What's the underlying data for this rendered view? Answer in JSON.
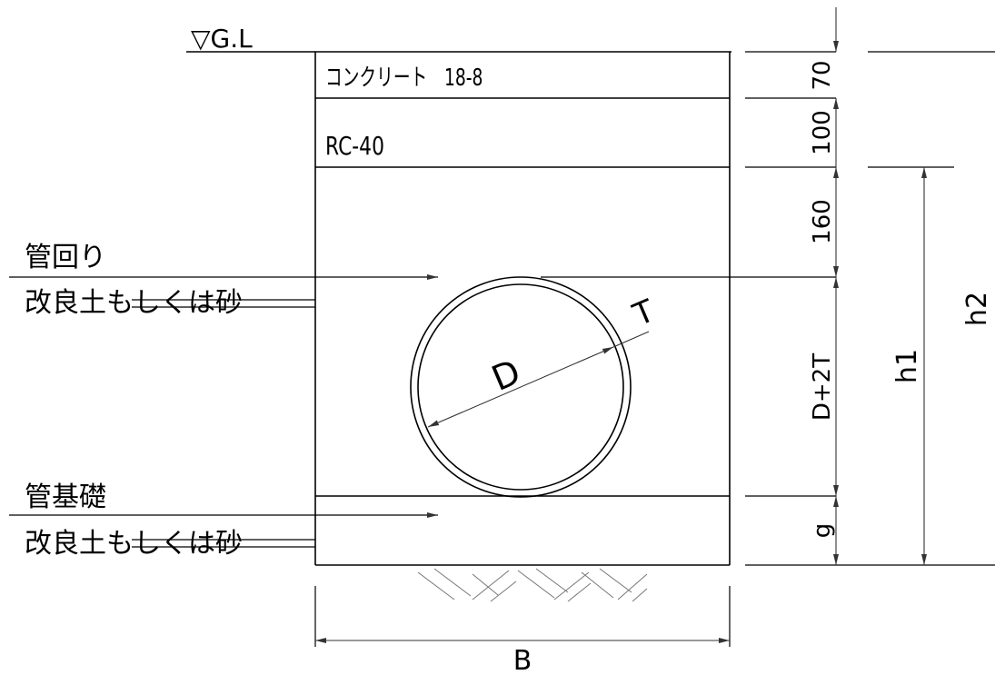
{
  "ground_label": "▽G.L",
  "layers": {
    "concrete": "コンクリート　18-8",
    "base_course": "RC-40"
  },
  "labels": {
    "pipe_surround_title": "管回り",
    "pipe_surround_material": "改良土",
    "pipe_surround_strike": "もしくは砂",
    "pipe_foundation_title": "管基礎",
    "pipe_foundation_material": "改良土",
    "pipe_foundation_strike": "もしくは砂"
  },
  "pipe": {
    "diameter_label": "D",
    "thickness_label": "T"
  },
  "dimensions": {
    "d1": "70",
    "d2": "100",
    "d3": "160",
    "d4": "D+2T",
    "d5": "g",
    "h1": "h1",
    "h2": "h2",
    "width": "B"
  }
}
